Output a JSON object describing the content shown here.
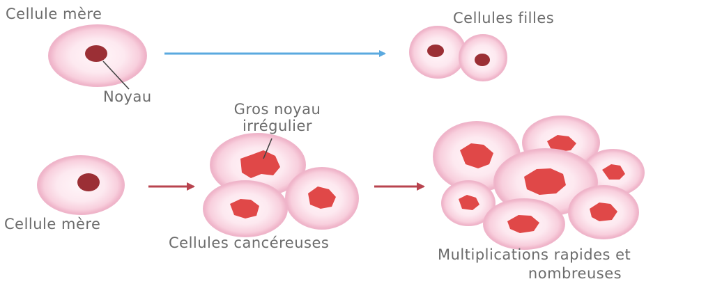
{
  "labels": {
    "mother_cell_top": "Cellule mère",
    "daughter_cells": "Cellules filles",
    "nucleus": "Noyau",
    "large_nucleus_line1": "Gros noyau",
    "large_nucleus_line2": "irrégulier",
    "mother_cell_bottom": "Cellule mère",
    "cancer_cells": "Cellules cancéreuses",
    "rapid_multiplication_line1": "Multiplications rapides et",
    "rapid_multiplication_line2": "nombreuses"
  },
  "colors": {
    "cell_edge": "#f0b8cc",
    "cell_fill": "#fbe6ee",
    "cell_center": "#fff4f8",
    "normal_nucleus": "#9b2f35",
    "cancer_nucleus": "#e04848",
    "normal_division_arrow": "#5aa9df",
    "cancer_arrow": "#b8434e",
    "pointer_line": "#444444"
  }
}
